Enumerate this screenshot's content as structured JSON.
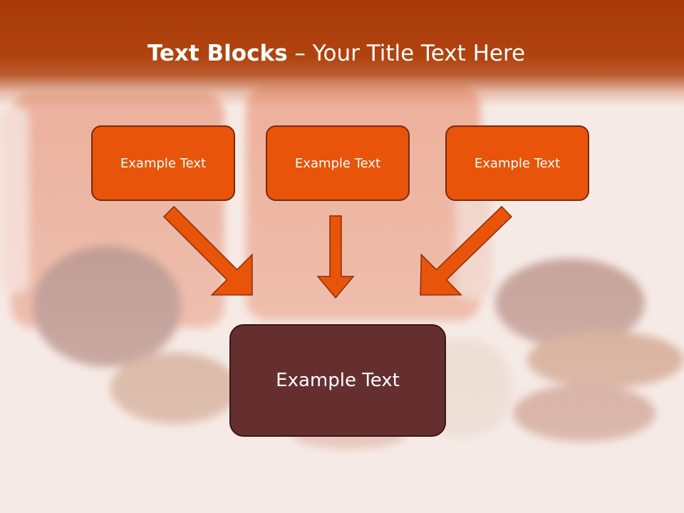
{
  "slide": {
    "title_bold": "Text Blocks",
    "title_rest": " – Your Title Text Here",
    "blocks": [
      "Example Text",
      "Example Text",
      "Example Text"
    ],
    "center_block": "Example Text"
  },
  "colors": {
    "header": "#b0430f",
    "block_fill": "#e8540a",
    "block_border": "#7a2a0a",
    "center_fill": "#652f30",
    "arrow": "#e8540a"
  }
}
